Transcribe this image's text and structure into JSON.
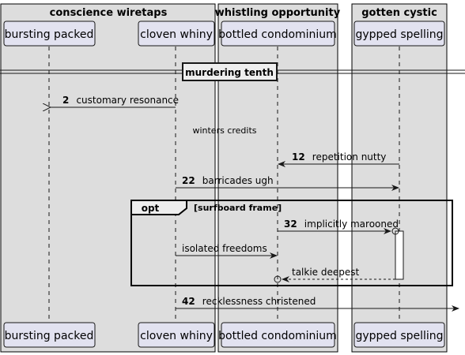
{
  "boxes": [
    {
      "title": "conscience wiretaps"
    },
    {
      "title": "whistling opportunity"
    },
    {
      "title": "gotten cystic"
    }
  ],
  "participants": [
    {
      "name": "bursting packed"
    },
    {
      "name": "cloven whiny"
    },
    {
      "name": "bottled condominium"
    },
    {
      "name": "gypped spelling"
    }
  ],
  "divider": {
    "label": "murdering tenth"
  },
  "delay": {
    "label": "winters credits"
  },
  "messages": [
    {
      "num": "2",
      "text": "customary resonance"
    },
    {
      "num": "12",
      "text": "repetition nutty"
    },
    {
      "num": "22",
      "text": "barricades ugh"
    },
    {
      "num": "32",
      "text": "implicitly marooned"
    },
    {
      "num": "",
      "text": "isolated freedoms"
    },
    {
      "num": "",
      "text": "talkie deepest"
    },
    {
      "num": "42",
      "text": "recklessness christened"
    }
  ],
  "frame": {
    "tag": "opt",
    "guard": "[surfboard frame]"
  },
  "colors": {
    "box_fill": "#dddddd",
    "box_stroke": "#000000",
    "participant_fill": "#e2e2f0",
    "participant_stroke": "#181818",
    "lifeline": "#181818",
    "arrow": "#181818"
  }
}
